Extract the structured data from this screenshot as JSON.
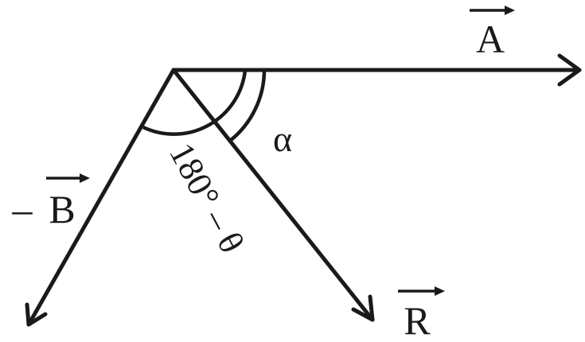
{
  "diagram": {
    "vectors": {
      "a": {
        "label": "A",
        "has_vector_arrow": true
      },
      "neg_b": {
        "sign": "–",
        "label": "B",
        "has_vector_arrow": true
      },
      "r": {
        "label": "R",
        "has_vector_arrow": true
      }
    },
    "angles": {
      "alpha": {
        "label": "α"
      },
      "supplement": {
        "label": "180° – θ"
      }
    }
  }
}
